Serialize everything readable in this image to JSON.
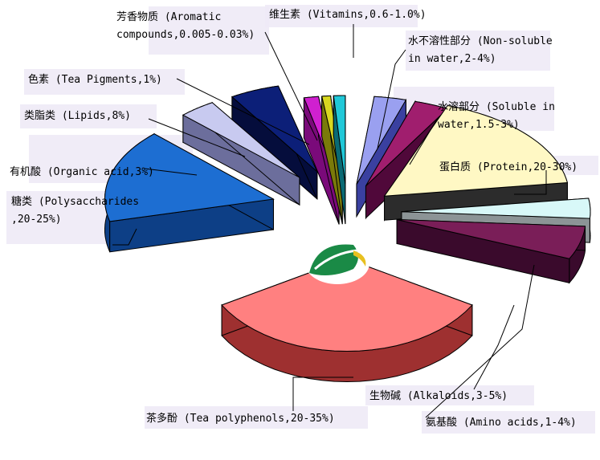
{
  "chart_data": {
    "type": "pie",
    "style": "exploded-3d",
    "slices": [
      {
        "label_lines": [
          "蛋白质 (Protein,20-30%)"
        ],
        "value": 25,
        "top": "#fff8c4",
        "side": "#2c2c2c"
      },
      {
        "label_lines": [
          "氨基酸 (Amino acids,1-4%)"
        ],
        "value": 2.5,
        "top": "#d8f8f8",
        "side": "#8c9496"
      },
      {
        "label_lines": [
          "生物碱 (Alkaloids,3-5%)"
        ],
        "value": 4,
        "top": "#7a1e58",
        "side": "#3a0a2c"
      },
      {
        "label_lines": [
          "茶多酚 (Tea polyphenols,20-35%)"
        ],
        "value": 27.5,
        "top": "#ff8080",
        "side": "#9e3030"
      },
      {
        "label_lines": [
          "糖类 (Polysaccharides",
          ",20-25%)"
        ],
        "value": 22.5,
        "top": "#1d6ed2",
        "side": "#0d3f86"
      },
      {
        "label_lines": [
          "有机酸 (Organic acid,3%)"
        ],
        "value": 3,
        "top": "#c8caf0",
        "side": "#6c6e9c"
      },
      {
        "label_lines": [
          "类脂类 (Lipids,8%)"
        ],
        "value": 8,
        "top": "#0c1f78",
        "side": "#050d3c"
      },
      {
        "label_lines": [
          "色素 (Tea Pigments,1%)"
        ],
        "value": 1,
        "top": "#d020d0",
        "side": "#7a0a7a"
      },
      {
        "label_lines": [
          "芳香物质 (Aromatic",
          "compounds,0.005-0.03%)"
        ],
        "value": 0.5,
        "top": "#d8d820",
        "side": "#7a7a0a"
      },
      {
        "label_lines": [
          "维生素 (Vitamins,0.6-1.0%)"
        ],
        "value": 0.8,
        "top": "#20c8d8",
        "side": "#0a6a74"
      },
      {
        "label_lines": [
          "水不溶性部分 (Non-soluble",
          "in water,2-4%)"
        ],
        "value": 3,
        "top": "#9aa0f0",
        "side": "#3a40a0"
      },
      {
        "label_lines": [
          "水溶部分 (Soluble in",
          "water,1.5-3%)"
        ],
        "value": 2.25,
        "top": "#a01e6e",
        "side": "#50083a"
      }
    ],
    "colors": {
      "logo_leaf": "#1a8a46",
      "logo_accent": "#e8c020"
    }
  }
}
